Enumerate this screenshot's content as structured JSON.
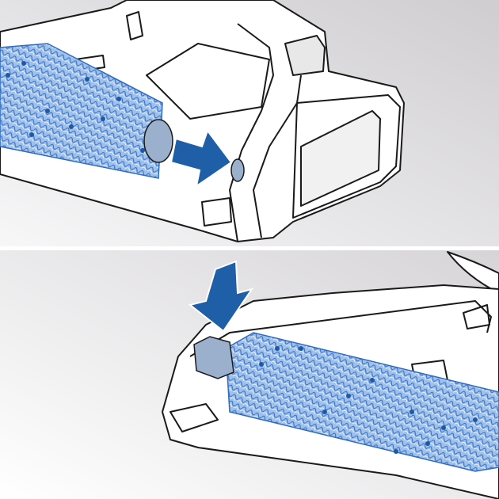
{
  "figure": {
    "panels": [
      {
        "step": "remove-roller",
        "arrow_direction": "right"
      },
      {
        "step": "insert-roller",
        "arrow_direction": "down"
      }
    ]
  },
  "colors": {
    "background_light": "#f4f4f5",
    "background_dark": "#d3d1d4",
    "arrow": "#1f5fa8",
    "roller": "#8fb4e3",
    "roller_dots": "#1d5aa3",
    "roller_cap": "#9ab0cc",
    "body": "#ffffff",
    "outline": "#1a1a1a"
  },
  "icons": [
    "arrow-right-icon",
    "arrow-down-icon"
  ]
}
